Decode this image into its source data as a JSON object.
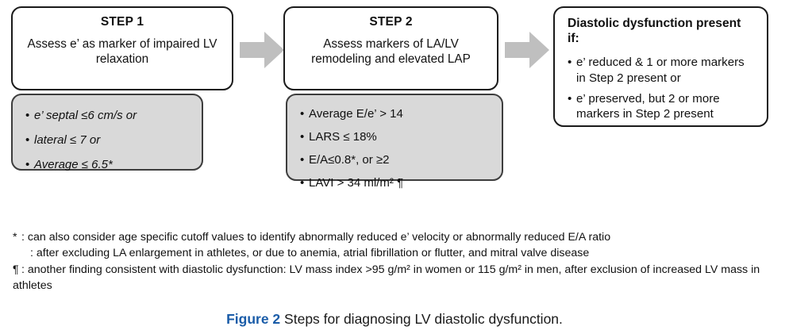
{
  "figure": {
    "caption_label": "Figure 2",
    "caption_text": "Steps for diagnosing LV diastolic dysfunction.",
    "caption_label_color": "#1a5ca8",
    "box_fill_gray": "#d9d9d9",
    "arrow_fill": "#bfbfbf",
    "arrow_icon_name": "right-block-arrow-icon"
  },
  "steps": [
    {
      "id": "step1",
      "title": "STEP 1",
      "description": "Assess e’ as marker of impaired LV relaxation",
      "criteria": [
        "e’ septal ≤6 cm/s or",
        "lateral ≤ 7 or",
        "Average ≤ 6.5*"
      ]
    },
    {
      "id": "step2",
      "title": "STEP 2",
      "description": "Assess markers of LA/LV remodeling and elevated LAP",
      "criteria": [
        "Average E/e’ > 14",
        "LARS ≤ 18%",
        "E/A≤0.8*, or  ≥2",
        "LAVI > 34 ml/m²  ¶"
      ]
    }
  ],
  "result": {
    "title": "Diastolic dysfunction present if:",
    "items": [
      "e’ reduced & 1 or more markers in Step 2 present or",
      "e’ preserved, but 2 or more markers in Step 2 present"
    ]
  },
  "footnotes": [
    {
      "mark": "*",
      "text": ": can also consider age specific cutoff values to identify abnormally reduced e’ velocity or abnormally reduced E/A ratio"
    },
    {
      "mark": "",
      "text": ": after excluding LA enlargement in athletes, or due to anemia, atrial fibrillation or flutter, and mitral valve disease"
    },
    {
      "mark": "¶",
      "text": ": another finding consistent with diastolic dysfunction: LV mass index >95 g/m² in women or 115 g/m² in men, after exclusion of increased LV mass in athletes"
    }
  ]
}
